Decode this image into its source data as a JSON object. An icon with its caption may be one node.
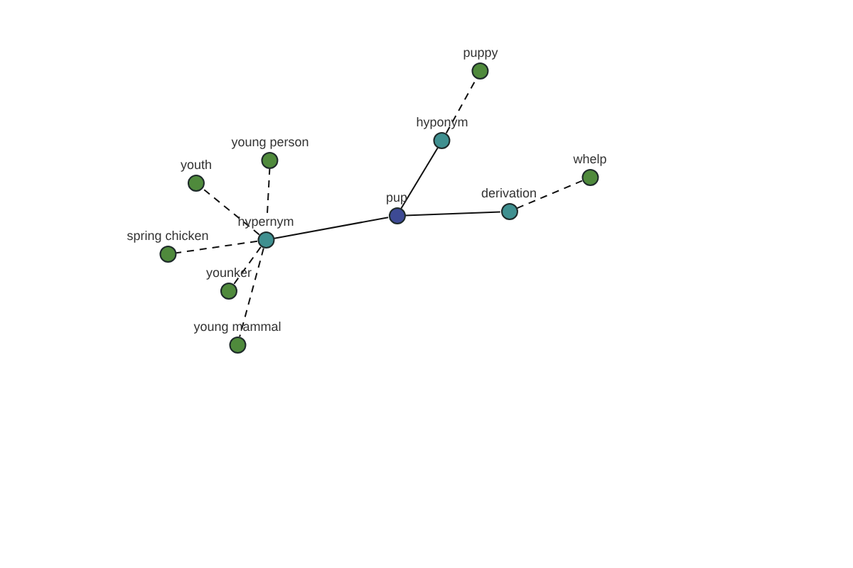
{
  "diagram": {
    "nodes": [
      {
        "text": [
          "pup"
        ]
      },
      {
        "text": [
          "hypernym"
        ]
      },
      {
        "text": [
          "hyponym"
        ]
      },
      {
        "text": [
          "derivation"
        ]
      },
      {
        "text": [
          "puppy"
        ]
      },
      {
        "text": [
          "whelp"
        ]
      },
      {
        "text": [
          "young person"
        ]
      },
      {
        "text": [
          "youth"
        ]
      },
      {
        "text": [
          "spring chicken"
        ]
      },
      {
        "text": [
          "younker"
        ]
      },
      {
        "text": [
          "young mammal"
        ]
      }
    ],
    "edges": [
      {
        "from": 0,
        "to": 1,
        "arrow": "none"
      },
      {
        "from": 0,
        "to": 2,
        "arrow": "none"
      },
      {
        "from": 0,
        "to": 3,
        "arrow": "none"
      },
      {
        "from": 2,
        "to": 4,
        "arrow": "none",
        "style": "dashed"
      },
      {
        "from": 3,
        "to": 5,
        "arrow": "none",
        "style": "dashed"
      },
      {
        "from": 1,
        "to": 6,
        "arrow": "none",
        "style": "dashed"
      },
      {
        "from": 1,
        "to": 7,
        "arrow": "none",
        "style": "dashed"
      },
      {
        "from": 1,
        "to": 8,
        "arrow": "none",
        "style": "dashed"
      },
      {
        "from": 1,
        "to": 9,
        "arrow": "none",
        "style": "dashed"
      },
      {
        "from": 1,
        "to": 10,
        "arrow": "none",
        "style": "dashed"
      }
    ]
  }
}
